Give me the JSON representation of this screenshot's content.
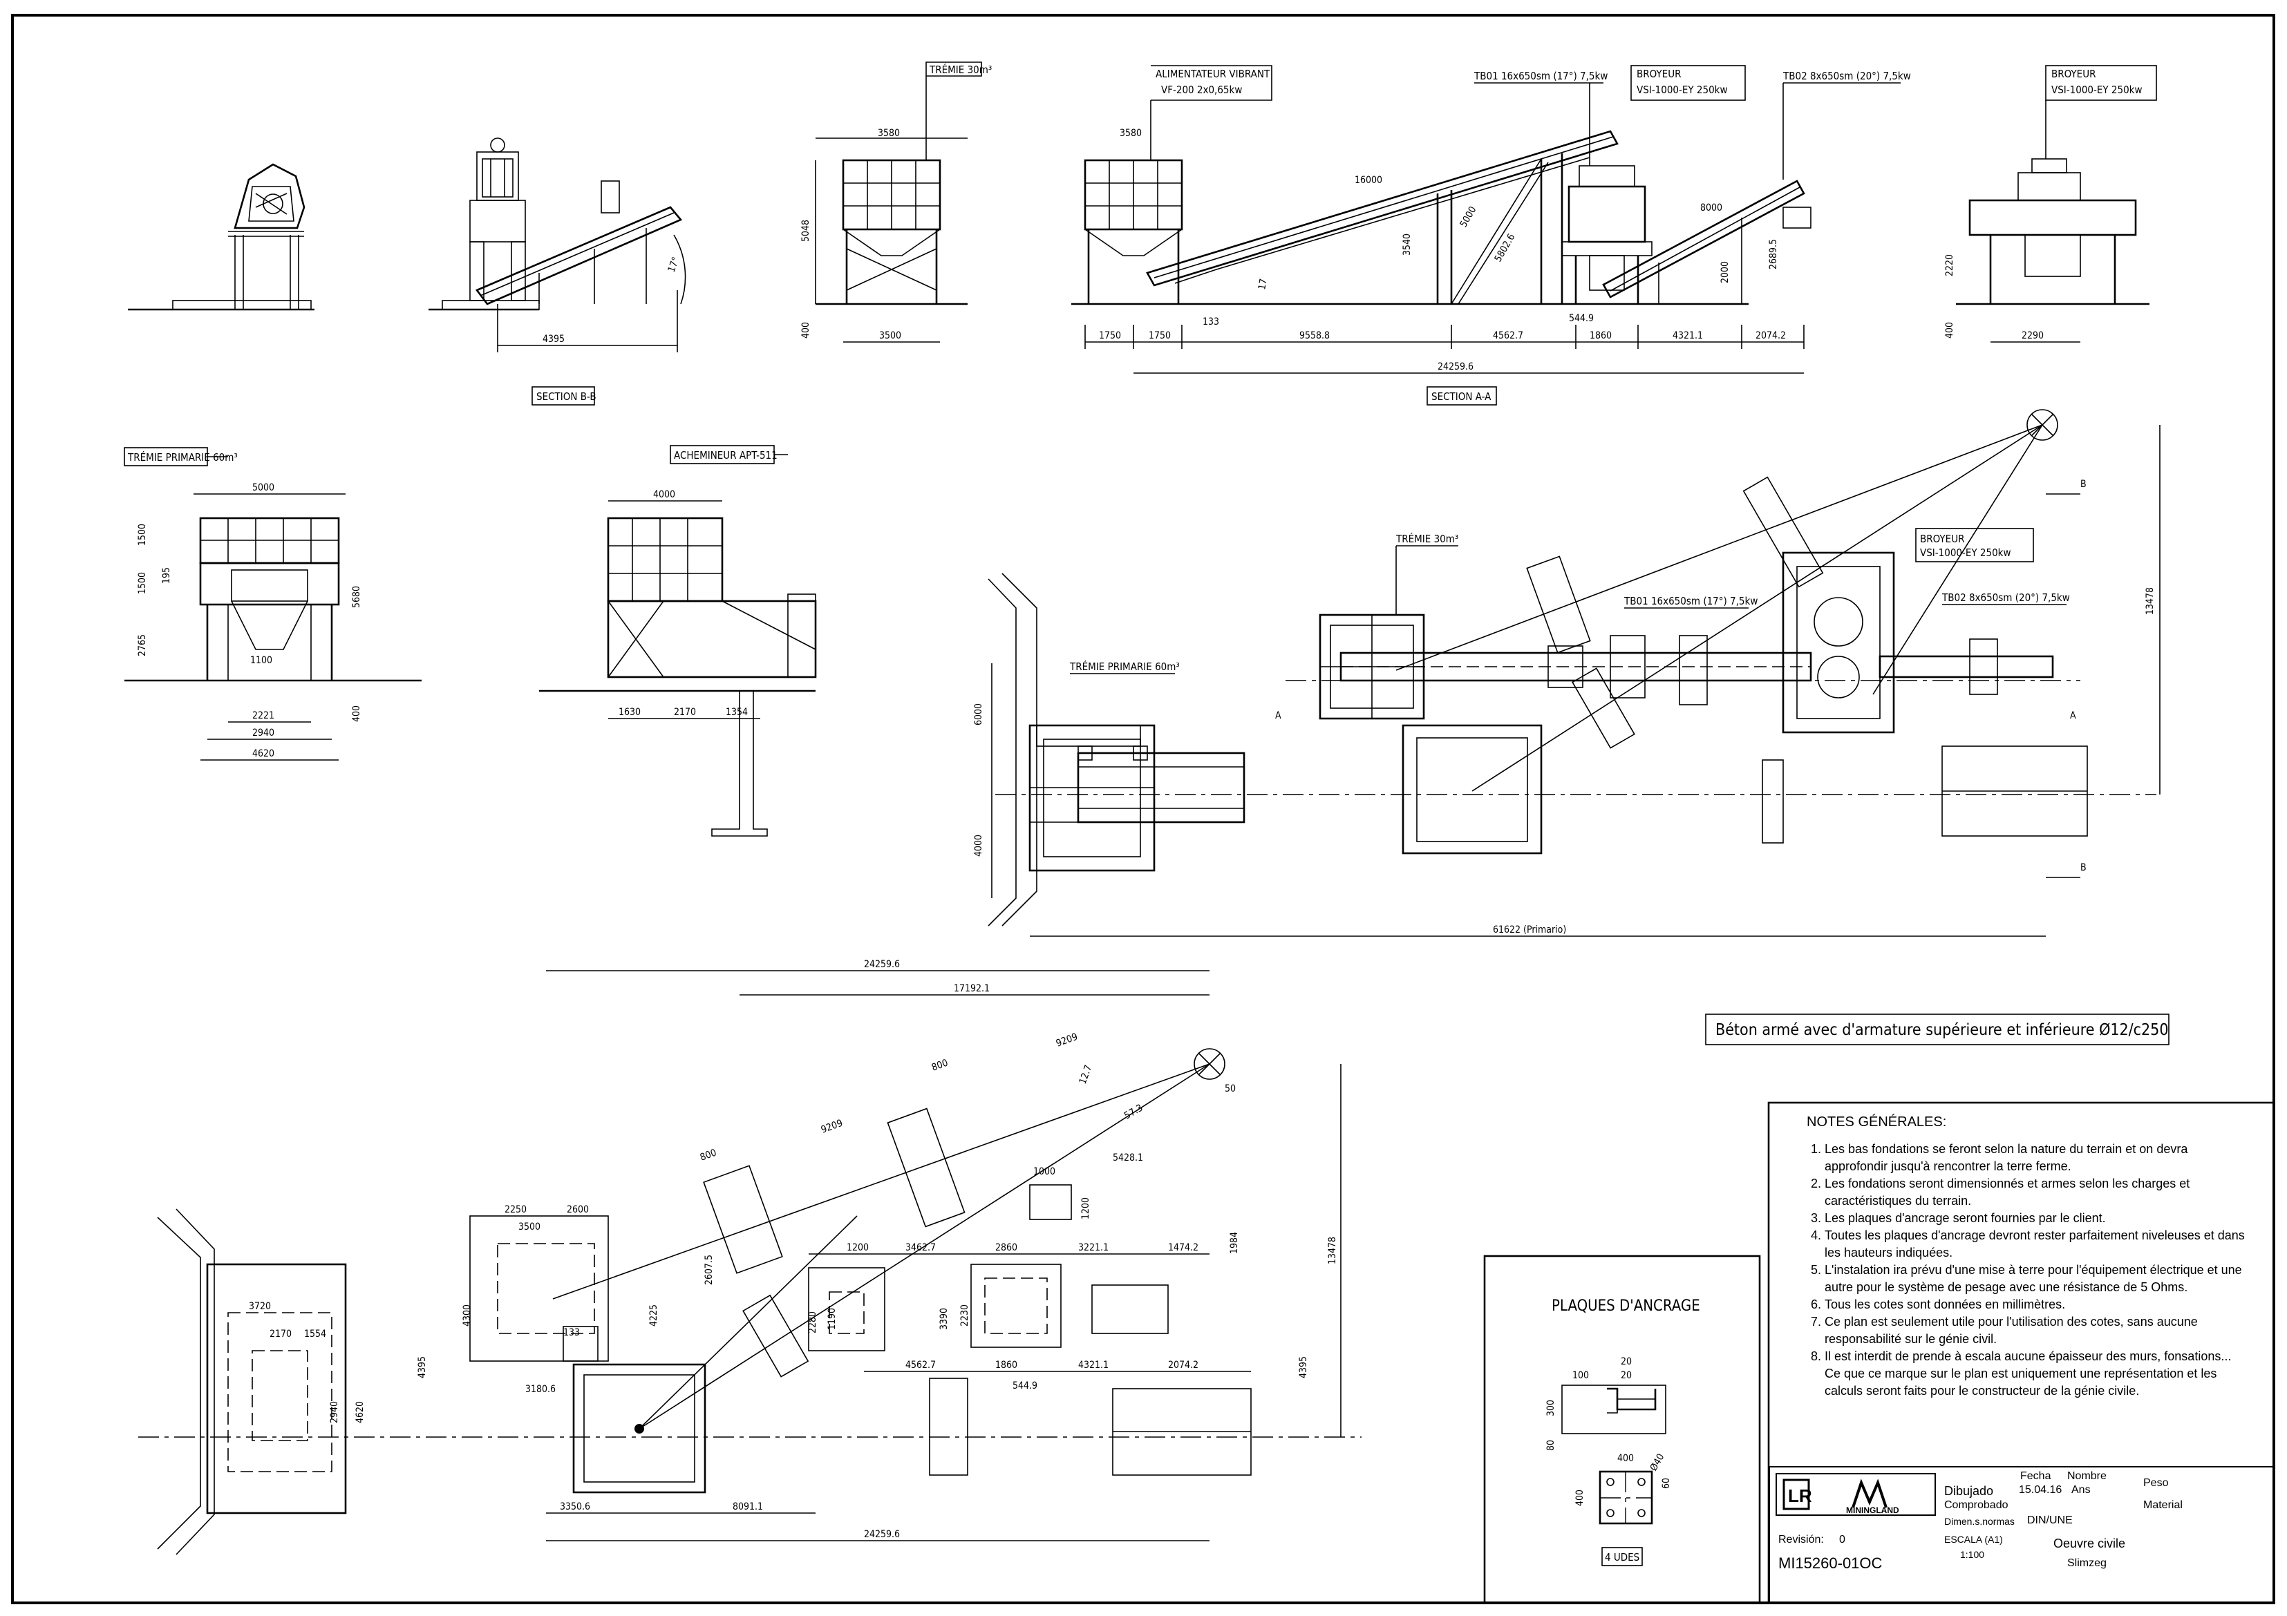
{
  "views": {
    "section_bb_label": "SECTION B-B",
    "section_aa_label": "SECTION A-A",
    "tremie30_label": "TRÉMIE 30m³",
    "alim_label_1": "ALIMENTATEUR VIBRANT",
    "alim_label_2": "VF-200     2x0,65kw",
    "tb01_label": "TB01 16x650sm (17°) 7,5kw",
    "broyeur_label_1": "BROYEUR",
    "broyeur_label_2": "VSI-1000-EY    250kw",
    "tb02_label": "TB02 8x650sm (20°) 7,5kw",
    "broyeur_r_1": "BROYEUR",
    "broyeur_r_2": "VSI-1000-EY    250kw",
    "tremie_prim_label": "TRÉMIE PRIMARIE 60m³",
    "acheminer_label": "ACHEMINEUR APT-511",
    "plan_tremie30": "TRÉMIE 30m³",
    "plan_tremie_prim": "TRÉMIE PRIMARIE 60m³",
    "plan_broyeur_1": "BROYEUR",
    "plan_broyeur_2": "VSI-1000-EY    250kw",
    "plan_tb01": "TB01 16x650sm (17°) 7,5kw",
    "plan_tb02": "TB02 8x650sm (20°) 7,5kw",
    "plan_total": "61622 (Primario)"
  },
  "dims": {
    "d4395": "4395",
    "d3580": "3580",
    "d5048": "5048",
    "d400": "400",
    "d3500": "3500",
    "d16000": "16000",
    "d5000": "5000",
    "d3540": "3540",
    "d5802": "5802.6",
    "d8000": "8000",
    "d2000": "2000",
    "d2689": "2689.5",
    "d1750": "1750",
    "d9558": "9558.8",
    "d4562": "4562.7",
    "d1860": "1860",
    "d4321": "4321.1",
    "d2074": "2074.2",
    "d544": "544.9",
    "d133": "133",
    "d24259": "24259.6",
    "d2220": "2220",
    "d2290": "2290",
    "d1500": "1500",
    "d195": "195",
    "d2765": "2765",
    "d5680": "5680",
    "d1100": "1100",
    "d2221": "2221",
    "d2940": "2940",
    "d4620": "4620",
    "d4000": "4000",
    "d1630": "1630",
    "d2170": "2170",
    "d1354": "1354",
    "d6000": "6000",
    "d13478": "13478",
    "d17192": "17192.1",
    "d9209": "9209",
    "d800": "800",
    "d12": "12.7",
    "d57": "57.3",
    "d50": "50",
    "d5428": "5428.1",
    "d1000": "1000",
    "d1200": "1200",
    "d3462": "3462.7",
    "d2860": "2860",
    "d3221": "3221.1",
    "d1474": "1474.2",
    "d1984": "1984",
    "d2607": "2607.5",
    "d2250": "2250",
    "d2600": "2600",
    "d4225": "4225",
    "d4300": "4300",
    "d3720": "3720",
    "d1554": "1554",
    "d3180": "3180.6",
    "d3350": "3350.6",
    "d8091": "8091.1",
    "d2280": "2280",
    "d1190": "1190",
    "d3390": "3390",
    "d2230": "2230",
    "d4620b": "4620"
  },
  "concrete_note": "Béton armé avec d'armature supérieure et inférieure  Ø12/c250",
  "plaques": {
    "title": "PLAQUES D'ANCRAGE",
    "d100": "100",
    "d20": "20",
    "d300": "300",
    "d80": "80",
    "d400": "400",
    "d40": "Ø40",
    "d60": "60",
    "units": "4 UDES"
  },
  "notes": {
    "title": "NOTES GÉNÉRALES:",
    "items": [
      "Les bas fondations se feront selon la nature du terrain et on devra approfondir jusqu'à rencontrer la terre ferme.",
      "Les fondations seront dimensionnés et armes selon les charges et caractéristiques du terrain.",
      "Les plaques d'ancrage seront fournies par le client.",
      "Toutes les plaques d'ancrage devront rester parfaitement niveleuses et dans les hauteurs indiquées.",
      "L'instalation ira prévu d'une mise à terre pour l'équipement électrique et une autre pour le système de pesage avec une résistance de 5 Ohms.",
      "Tous les cotes sont données en millimètres.",
      "Ce plan est seulement utile pour l'utilisation des cotes, sans aucune responsabilité sur le génie civil.",
      "Il est interdit de prende à escala aucune épaisseur des murs, fonsations... Ce que ce marque sur le plan est uniquement une représentation et les calculs seront faits pour le constructeur de la génie civile."
    ]
  },
  "title_block": {
    "brand": "MININGLAND",
    "fecha_h": "Fecha",
    "nombre_h": "Nombre",
    "peso_h": "Peso",
    "dibujado": "Dibujado",
    "fecha": "15.04.16",
    "nombre": "Ans",
    "comprobado": "Comprobado",
    "material_h": "Material",
    "normas": "Dimen.s.normas",
    "din": "DIN/UNE",
    "revision_h": "Revisión:",
    "revision": "0",
    "escala_h": "ESCALA (A1)",
    "escala": "1:100",
    "title": "Oeuvre civile",
    "subtitle": "Slimzeg",
    "drawing_no": "MI15260-01OC"
  }
}
